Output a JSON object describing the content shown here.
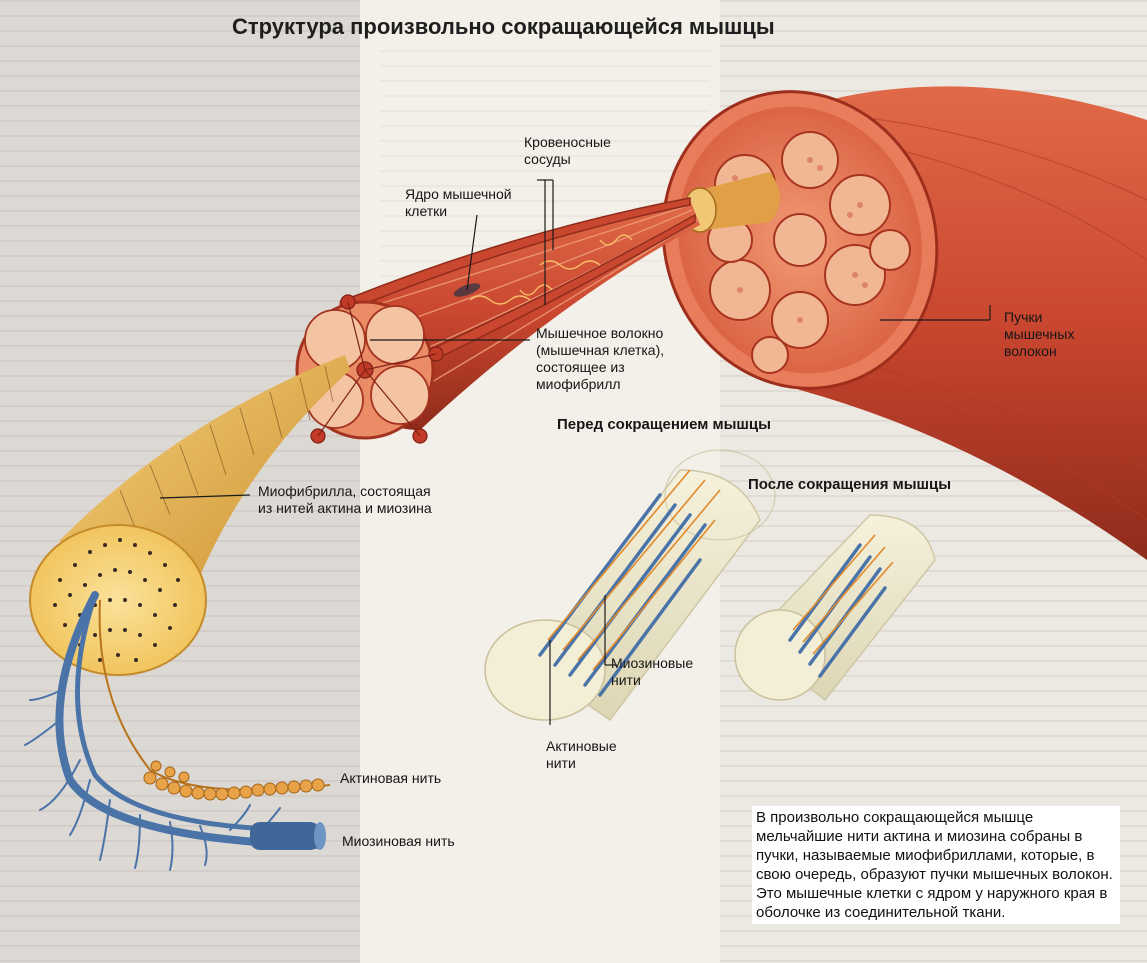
{
  "title": "Структура произвольно сокращающейся мышцы",
  "labels": {
    "blood_vessels": "Кровеносные\nсосуды",
    "cell_nucleus": "Ядро мышечной\nклетки",
    "muscle_fiber": "Мышечное волокно\n(мышечная клетка),\nсостоящее из\nмиофибрилл",
    "fiber_bundles": "Пучки\nмышечных\nволокон",
    "myofibril": "Миофибрилла, состоящая\nиз нитей актина и миозина",
    "actin_filament": "Актиновая нить",
    "myosin_filament": "Миозиновая нить",
    "myosin_filaments": "Миозиновые\nнити",
    "actin_filaments": "Актиновые\nнити"
  },
  "sections": {
    "before": "Перед сокращением мышцы",
    "after": "После сокращения мышцы"
  },
  "caption": "В произвольно сокращающейся мышце мельчайшие нити актина и миозина собраны в пучки, называемые миофибриллами, которые, в свою очередь, образуют пучки мышечных волокон. Это мышечные клетки с ядром у наружного края в оболочке из соединительной ткани.",
  "colors": {
    "muscle": "#d2503a",
    "muscle_dark": "#a3321f",
    "muscle_light": "#f0a27e",
    "myofibril": "#f2c562",
    "myosin": "#4a73a8",
    "actin": "#e08a2c",
    "cylinder": "#ede8cf"
  }
}
